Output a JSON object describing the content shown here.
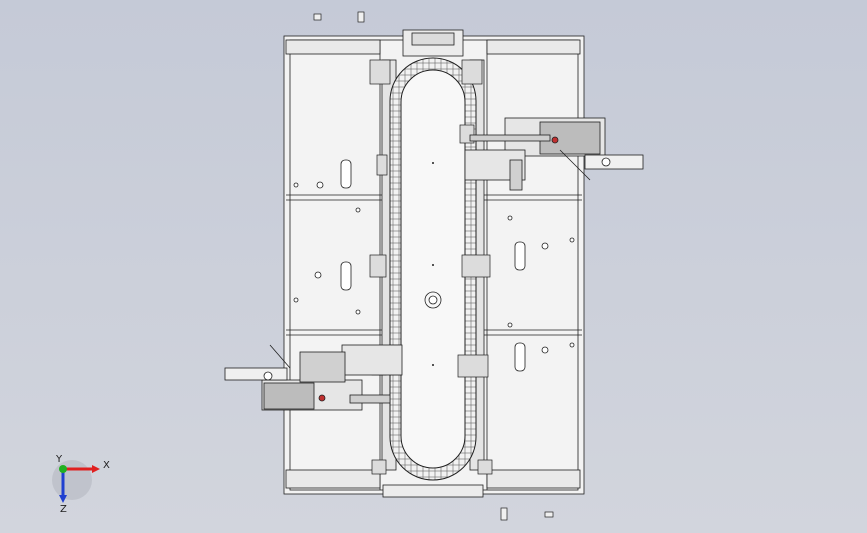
{
  "viewport": {
    "background_top": "#c5cad7",
    "background_bottom": "#d2d5dd",
    "line_color": "#202020",
    "plate_color": "#eeeeee"
  },
  "triad": {
    "x_label": "X",
    "y_label": "Y",
    "z_label": "Z",
    "x_color": "#e02020",
    "y_color": "#20b020",
    "z_color": "#2040d0"
  }
}
